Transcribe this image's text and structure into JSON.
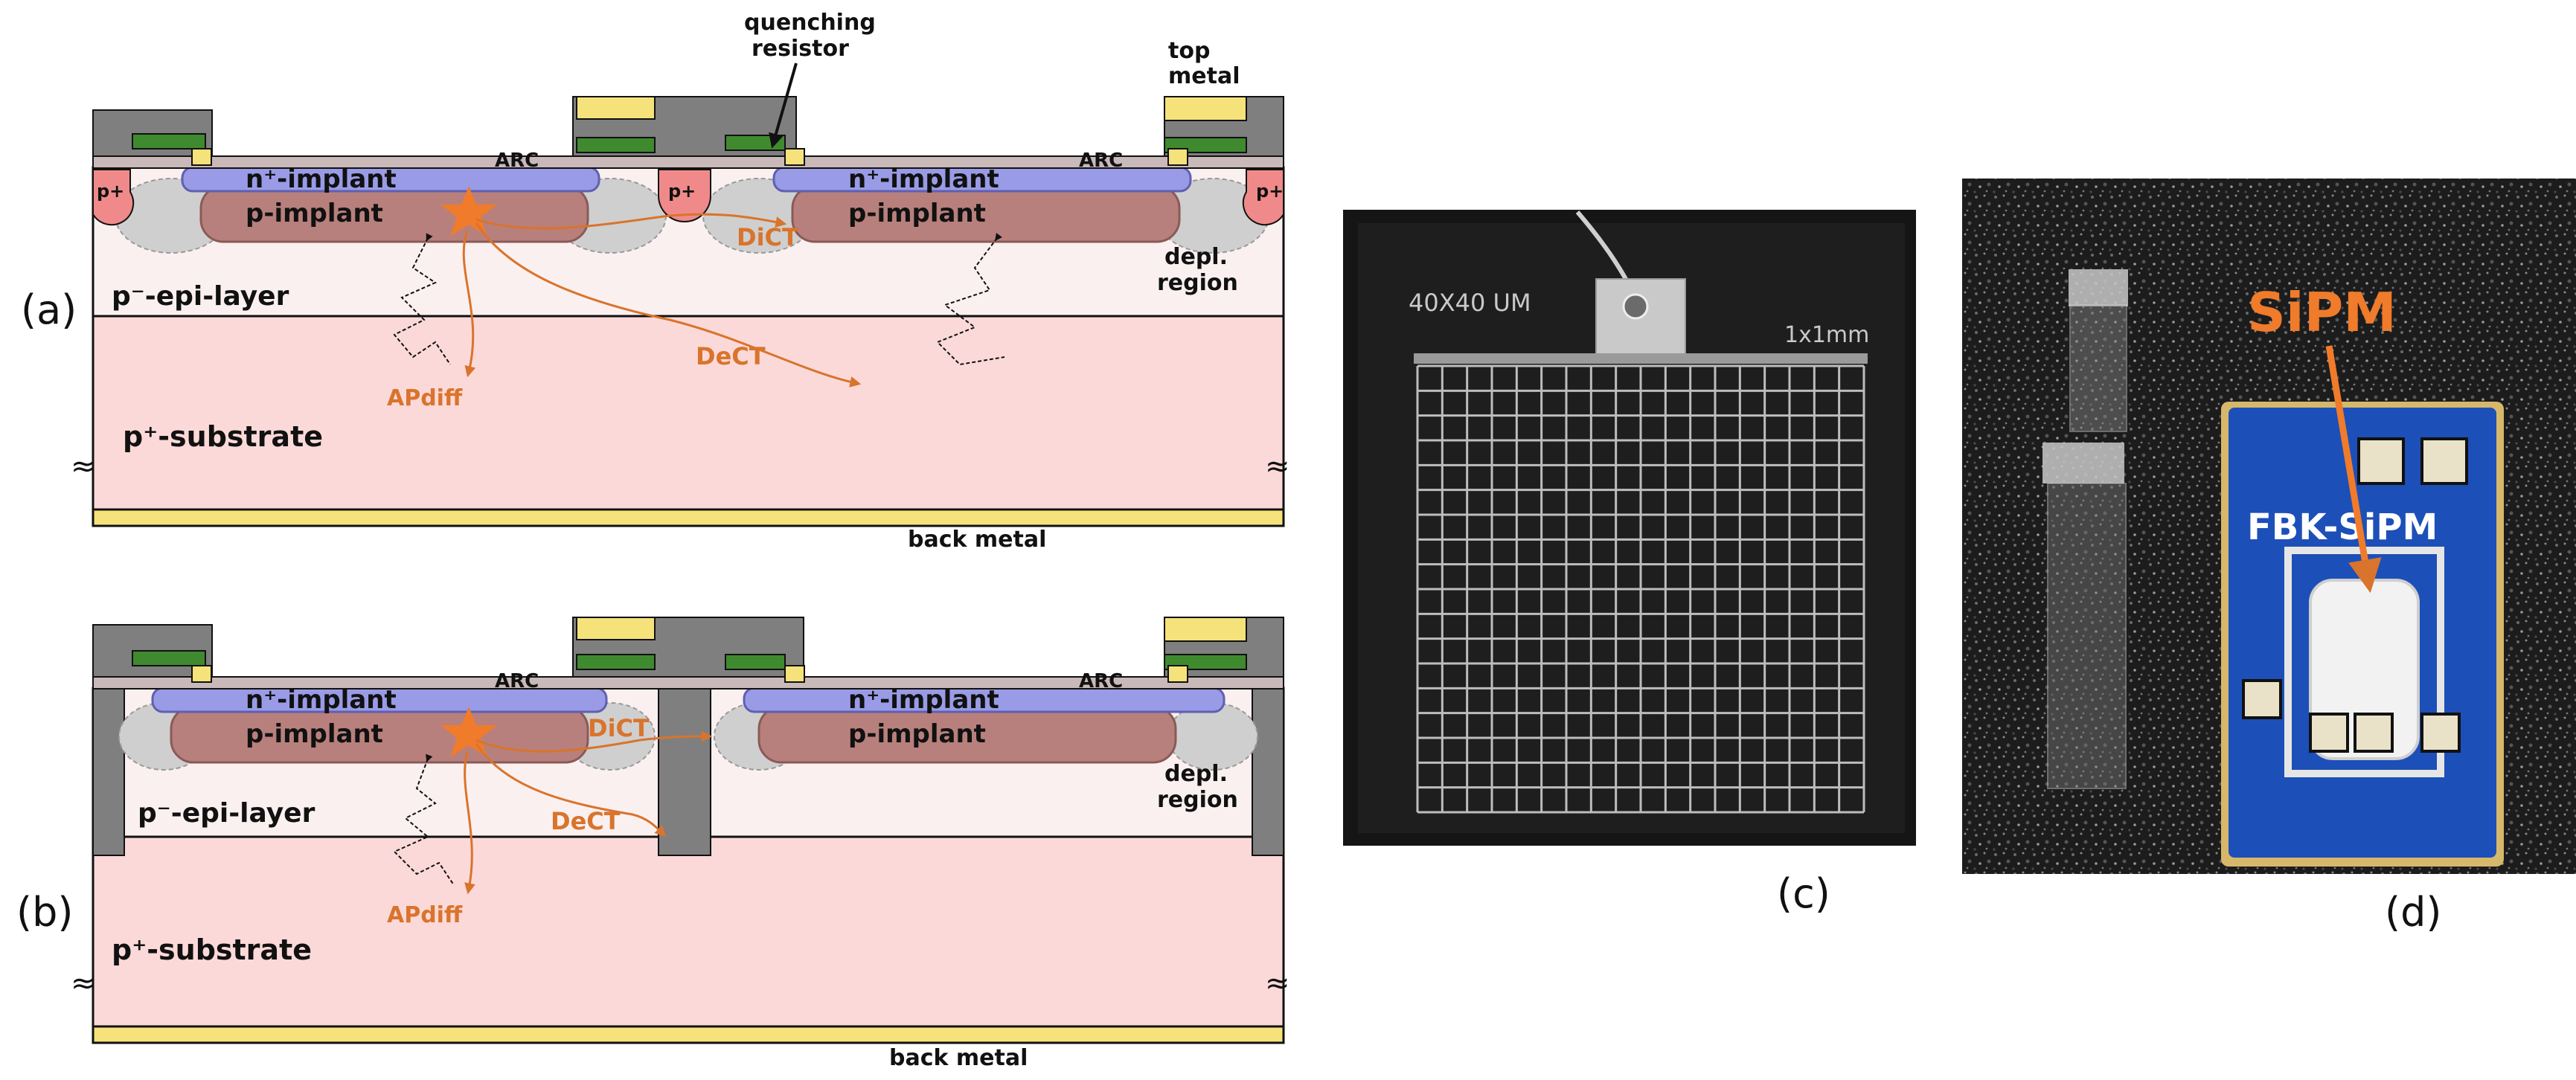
{
  "panels": {
    "a": "(a)",
    "b": "(b)",
    "c": "(c)",
    "d": "(d)"
  },
  "diagram": {
    "quenching_resistor_1": "quenching",
    "quenching_resistor_2": "resistor",
    "top_metal_1": "top",
    "top_metal_2": "metal",
    "arc": "ARC",
    "n_implant": "n⁺-implant",
    "p_implant": "p-implant",
    "p_plus": "p+",
    "epi_layer": "p⁻-epi-layer",
    "substrate": "p⁺-substrate",
    "back_metal": "back metal",
    "depl_1": "depl.",
    "depl_2": "region",
    "dict": "DiCT",
    "dect": "DeCT",
    "apdiff": "APdiff",
    "break_mark": "≈"
  },
  "micrograph": {
    "scale_label": "40X40 UM",
    "size_label": "1x1mm",
    "grid_cells": 18
  },
  "photo": {
    "sipm_label": "SiPM",
    "board_text": "FBK-SiPM"
  },
  "colors": {
    "orange": "#d9742c",
    "substrate": "#fcd9d9",
    "epi": "#fbf0f0",
    "n_implant": "#9a9be6",
    "p_implant": "#b8807c",
    "metal": "#f5e27a",
    "oxide": "#7f7f7f",
    "poly": "#3f8a2e",
    "board": "#1d4fb8"
  }
}
